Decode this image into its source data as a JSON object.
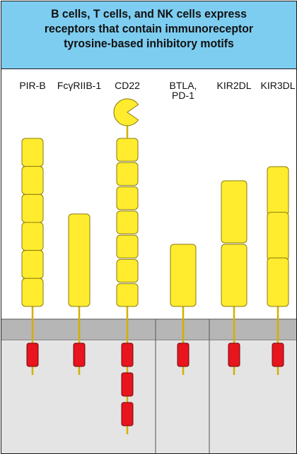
{
  "title": {
    "lines": [
      "B cells, T cells, and NK cells express",
      "receptors that contain immunoreceptor",
      "tyrosine-based inhibitory motifs"
    ]
  },
  "receptors": [
    {
      "name": "PIR-B",
      "label_lines": [
        "PIR-B"
      ],
      "extracellular_domains": 6,
      "cytoplasmic_itims": 1,
      "ligand_binding_head": false
    },
    {
      "name": "FcγRIIB-1",
      "label_lines": [
        "FcγRIIB-1"
      ],
      "extracellular_domains": 1,
      "cytoplasmic_itims": 1,
      "ligand_binding_head": false
    },
    {
      "name": "CD22",
      "label_lines": [
        "CD22"
      ],
      "extracellular_domains": 7,
      "cytoplasmic_itims": 3,
      "ligand_binding_head": true
    },
    {
      "name": "BTLA, PD-1",
      "label_lines": [
        "BTLA,",
        "PD-1"
      ],
      "extracellular_domains": 1,
      "cytoplasmic_itims": 1,
      "ligand_binding_head": false
    },
    {
      "name": "KIR2DL",
      "label_lines": [
        "KIR2DL"
      ],
      "extracellular_domains": 2,
      "cytoplasmic_itims": 1,
      "ligand_binding_head": false
    },
    {
      "name": "KIR3DL",
      "label_lines": [
        "KIR3DL"
      ],
      "extracellular_domains": 3,
      "cytoplasmic_itims": 1,
      "ligand_binding_head": false
    }
  ],
  "colors": {
    "header_background": "#7dcdf1",
    "domain_fill": "#ffec2e",
    "domain_stroke": "#8a7a10",
    "itim_fill": "#e8141e",
    "itim_stroke": "#6e0a0e",
    "membrane": "#b6b6b6",
    "cytoplasm": "#e4e4e4",
    "extracellular": "#ffffff",
    "stalk": "#d4b000"
  }
}
